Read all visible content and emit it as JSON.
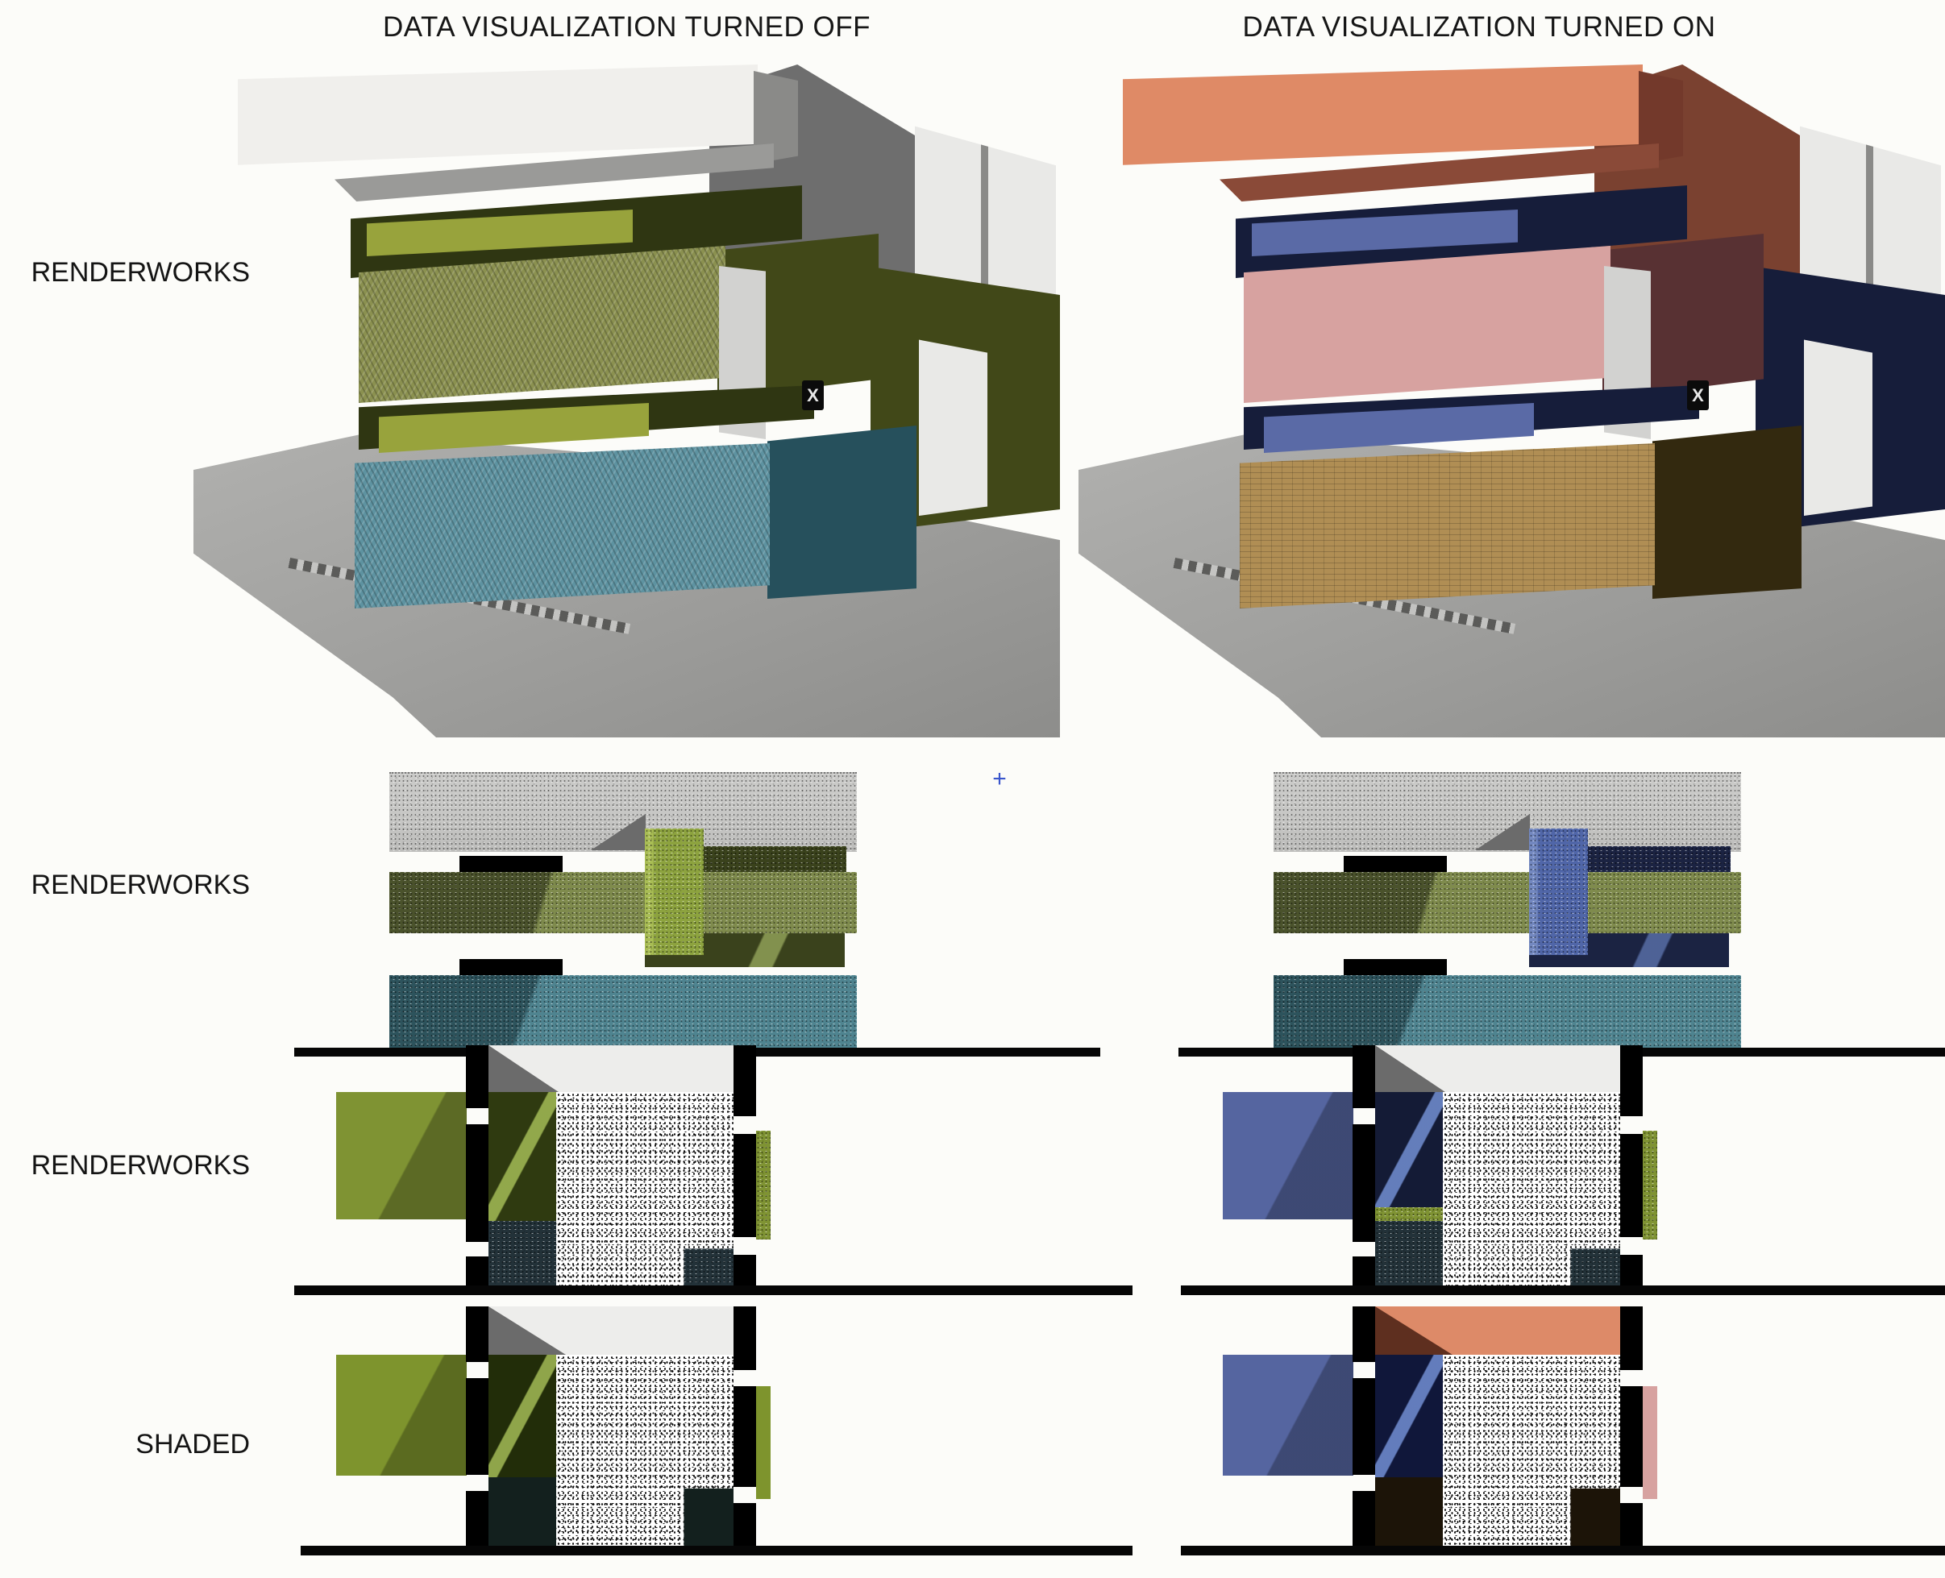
{
  "titles": {
    "off": "DATA VISUALIZATION TURNED OFF",
    "on": "DATA VISUALIZATION TURNED ON"
  },
  "row_labels": {
    "row1": "RENDERWORKS",
    "row2": "RENDERWORKS",
    "row3": "RENDERWORKS",
    "row4": "SHADED"
  },
  "markers": {
    "window_x": "X",
    "cursor_plus": "+"
  },
  "colors": {
    "shared": {
      "background": "#fcfcf9",
      "text": "#161616",
      "line": "#060606",
      "wall": "#000000",
      "interior": "#ededeb",
      "interior_shadow": "#6b6b6b",
      "roof_band": "#c6c6c4",
      "stipple_bg": "#ffffff",
      "stipple_dot": "#151515",
      "panel_light": "#e9e9e7",
      "panel_gray": "#6e6e6e",
      "panel_midgray": "#d2d2d0",
      "ground": "#a6a6a4",
      "cursor": "#3a56cc",
      "marker_bg": "#0b0b0b",
      "marker_fg": "#e8e8e8"
    },
    "off": {
      "slab": "#f0efec",
      "slab_side": "#8a8a88",
      "slab_under": "#9a9a98",
      "bar_main": "#8b9150",
      "bar_main_side": "#414818",
      "band_light": "#98a33c",
      "band_dark": "#2f3612",
      "bar_bottom": "#5e93a1",
      "bar_bottom_side": "#26505c",
      "tower": "#8da33f",
      "tower_hi": "#a9bd55",
      "elev_band": "#7f8b4d",
      "elev_dark_band": "#3a421c",
      "elev_teal": "#4f8490",
      "sect_panel": "#7f9333",
      "sect_panel_dark": "#2f3a10",
      "sect_bottom": "#233239",
      "shaded_panel": "#7e942d",
      "shaded_panel_dark": "#222d09",
      "shaded_bottom": "#13201e"
    },
    "on": {
      "slab": "#df8a66",
      "slab_side": "#73392b",
      "slab_under": "#8a4a38",
      "bar_main": "#d7a2a0",
      "bar_main_side": "#583133",
      "band_light": "#5a6aa6",
      "band_dark": "#161d3a",
      "bar_bottom": "#b08e54",
      "bar_bottom_side": "#33290f",
      "tower": "#5066a8",
      "tower_hi": "#7388c0",
      "tower_mass": "#7a4130",
      "elev_dark_band": "#1b2342",
      "sect_panel": "#5565a0",
      "sect_panel_dark": "#141b36",
      "shaded_panel": "#5565a0",
      "shaded_panel_dark": "#10173a",
      "shaded_ceiling": "#dd8a68",
      "shaded_ceiling_shadow": "#5e2f1f",
      "shaded_bottom": "#1c1408",
      "shaded_sliver": "#d7a2a0"
    }
  }
}
